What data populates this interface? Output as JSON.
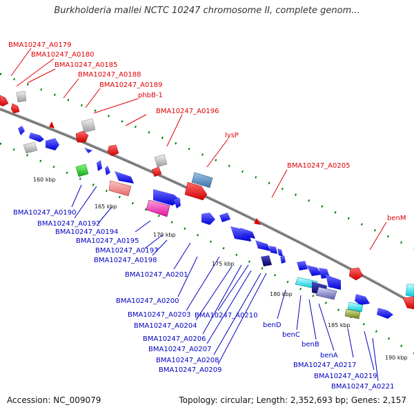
{
  "title": "Burkholderia mallei NCTC 10247 chromosome II, complete genom...",
  "footer": {
    "accession": "Accession: NC_009079",
    "summary": "Topology: circular; Length: 2,352,693 bp; Genes: 2,157"
  },
  "colors": {
    "top_label": "#e00000",
    "bottom_label": "#0000c0",
    "backbone": "#888888",
    "ticks": "#008000"
  },
  "ruler_labels": [
    "160 kbp",
    "165 kbp",
    "170 kbp",
    "175 kbp",
    "180 kbp",
    "185 kbp",
    "190 kbp"
  ],
  "top_labels": [
    "BMA10247_A0179",
    "BMA10247_A0180",
    "BMA10247_A0185",
    "BMA10247_A0188",
    "BMA10247_A0189",
    "phbB-1",
    "BMA10247_A0196",
    "lysP",
    "BMA10247_A0205",
    "benM"
  ],
  "bottom_labels": [
    "BMA10247_A0190",
    "BMA10247_A0192",
    "BMA10247_A0194",
    "BMA10247_A0195",
    "BMA10247_A0197",
    "BMA10247_A0198",
    "BMA10247_A0201",
    "BMA10247_A0200",
    "BMA10247_A0203",
    "BMA10247_A0204",
    "BMA10247_A0210",
    "BMA10247_A0206",
    "BMA10247_A0207",
    "BMA10247_A0208",
    "BMA10247_A0209",
    "benD",
    "benC",
    "benB",
    "benA",
    "BMA10247_A0217",
    "BMA10247_A0219",
    "BMA10247_A0221"
  ]
}
